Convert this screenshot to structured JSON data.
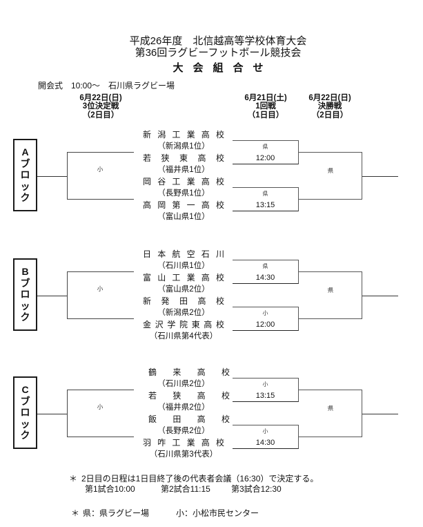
{
  "header": {
    "title_line1": "平成26年度　北信越高等学校体育大会",
    "title_line2": "第36回ラグビーフットボール競技会",
    "title_line3": "大会組合せ",
    "opening": "開会式　10:00～　石川県ラグビー場"
  },
  "columns": [
    {
      "date": "6月22日(日)",
      "round": "3位決定戦",
      "day": "（2日目）"
    },
    {
      "date": "6月21日(土)",
      "round": "1回戦",
      "day": "（1日目）"
    },
    {
      "date": "6月22日(日)",
      "round": "決勝戦",
      "day": "（2日目）"
    }
  ],
  "blocks": [
    {
      "label": "Aブロック",
      "third_place_venue": "小",
      "final_venue": "県",
      "teams": [
        {
          "name": "新潟工業高校",
          "seed": "（新潟県1位）"
        },
        {
          "name": "若狭東高校",
          "seed": "（福井県1位）"
        },
        {
          "name": "岡谷工業高校",
          "seed": "（長野県1位）"
        },
        {
          "name": "高岡第一高校",
          "seed": "（富山県1位）"
        }
      ],
      "matches": [
        {
          "venue": "県",
          "time": "12:00"
        },
        {
          "venue": "県",
          "time": "13:15"
        }
      ]
    },
    {
      "label": "Bブロック",
      "third_place_venue": "小",
      "final_venue": "県",
      "teams": [
        {
          "name": "日本航空石川",
          "seed": "（石川県1位）"
        },
        {
          "name": "富山工業高校",
          "seed": "（富山県2位）"
        },
        {
          "name": "新発田高校",
          "seed": "（新潟県2位）"
        },
        {
          "name": "金沢学院東高校",
          "seed": "（石川県第4代表）"
        }
      ],
      "matches": [
        {
          "venue": "県",
          "time": "14:30"
        },
        {
          "venue": "小",
          "time": "12:00"
        }
      ]
    },
    {
      "label": "Cブロック",
      "third_place_venue": "小",
      "final_venue": "県",
      "teams": [
        {
          "name": "鶴来高校",
          "seed": "（石川県2位）"
        },
        {
          "name": "若狭高校",
          "seed": "（福井県2位）"
        },
        {
          "name": "飯田高校",
          "seed": "（長野県2位）"
        },
        {
          "name": "羽咋工業高校",
          "seed": "（石川県第3代表）"
        }
      ],
      "matches": [
        {
          "venue": "小",
          "time": "13:15"
        },
        {
          "venue": "小",
          "time": "14:30"
        }
      ]
    }
  ],
  "notes": {
    "marker": "＊",
    "note1": "2日目の日程は1日目終了後の代表者会議（16:30）で決定する。",
    "schedule": [
      "第1試合10:00",
      "第2試合11:15",
      "第3試合12:30"
    ],
    "venue_legend": [
      "県：県ラグビー場",
      "小：小松市民センター"
    ]
  }
}
